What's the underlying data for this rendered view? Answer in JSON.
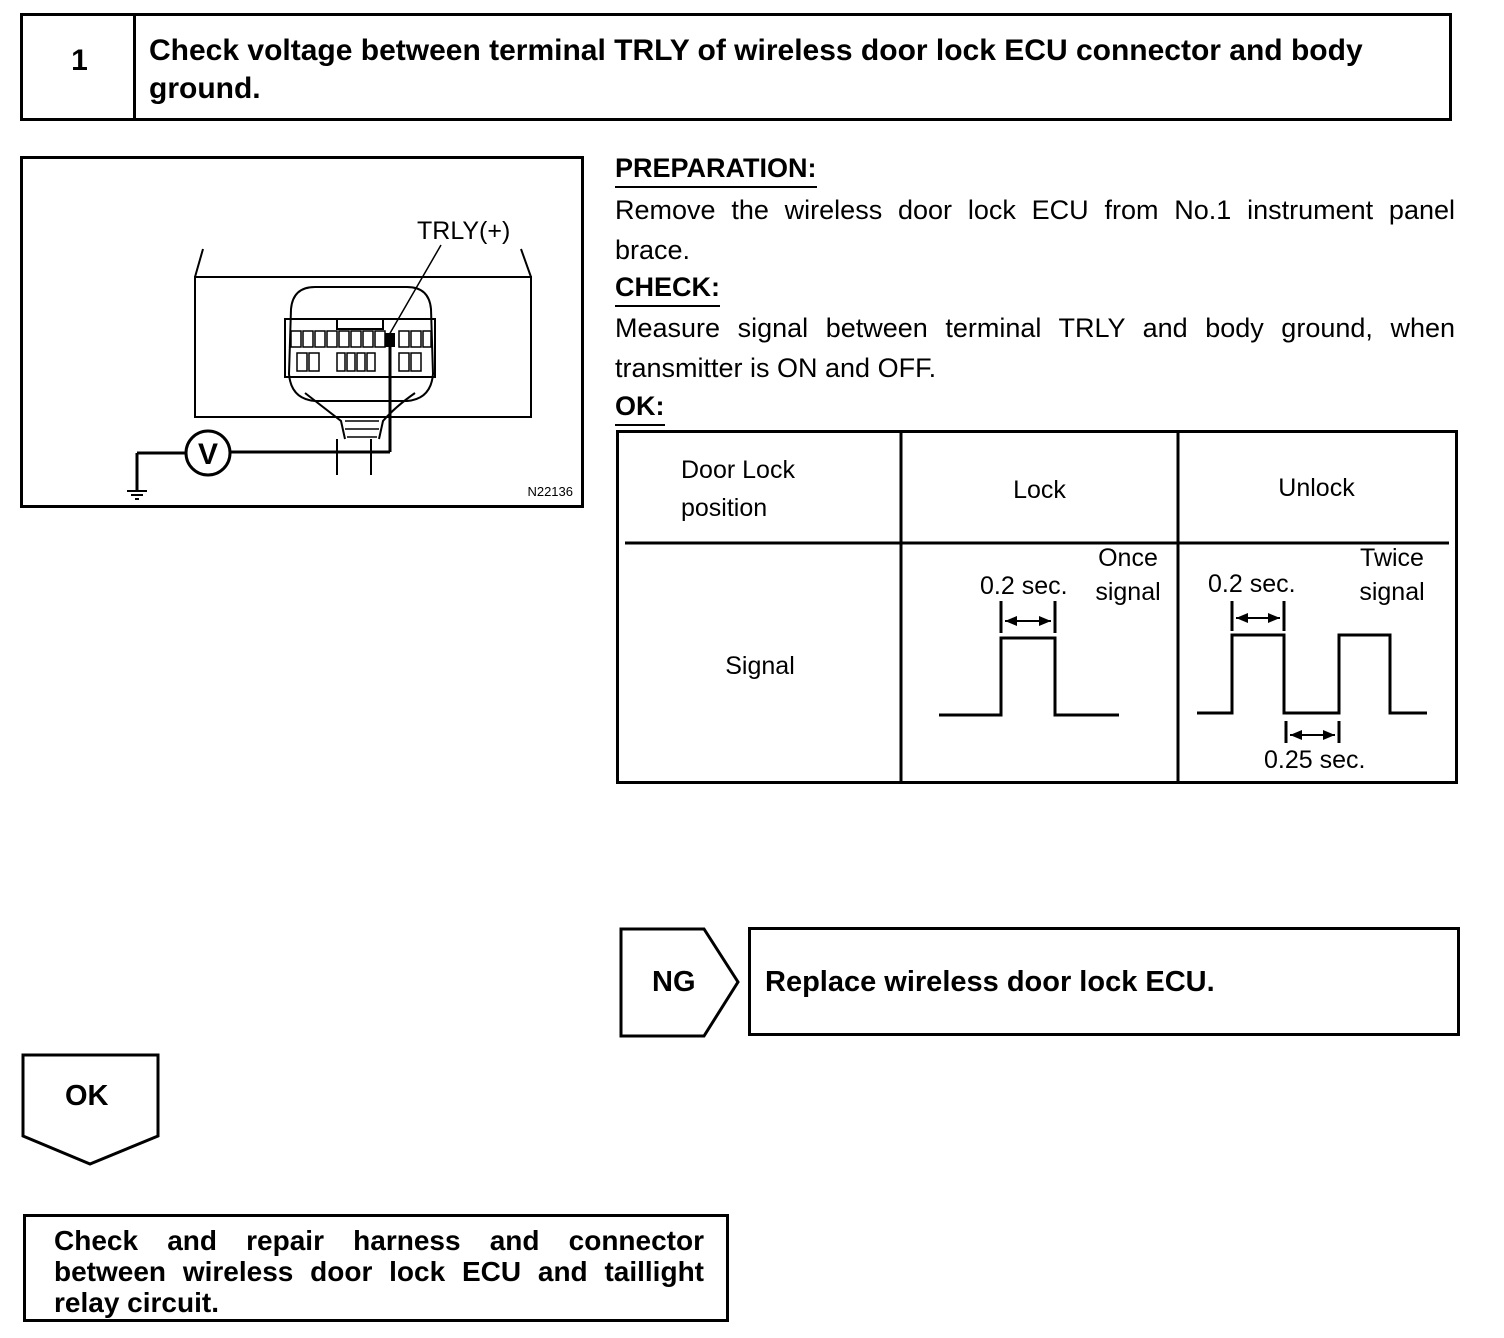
{
  "step": {
    "number": "1",
    "title": "Check voltage between terminal TRLY of wireless door lock ECU connector and body ground."
  },
  "figure": {
    "terminal_label": "TRLY(+)",
    "meter_symbol": "V",
    "code": "N22136"
  },
  "preparation": {
    "heading": "PREPARATION:",
    "text": "Remove the wireless door lock ECU from No.1 instrument panel brace."
  },
  "check": {
    "heading": "CHECK:",
    "text": "Measure signal between terminal TRLY and body ground, when transmitter is ON and OFF."
  },
  "ok_spec": {
    "heading": "OK:",
    "header_col1_line1": "Door Lock",
    "header_col1_line2": "position",
    "header_col2": "Lock",
    "header_col3": "Unlock",
    "row_label": "Signal",
    "lock": {
      "pulse_duration": "0.2 sec.",
      "label_line1": "Once",
      "label_line2": "signal"
    },
    "unlock": {
      "pulse_duration": "0.2 sec.",
      "gap_duration": "0.25 sec.",
      "label_line1": "Twice",
      "label_line2": "signal"
    }
  },
  "ng": {
    "label": "NG",
    "action": "Replace wireless door lock ECU."
  },
  "ok": {
    "label": "OK"
  },
  "final_action": "Check and repair harness and connector between wireless door lock ECU and taillight relay circuit."
}
